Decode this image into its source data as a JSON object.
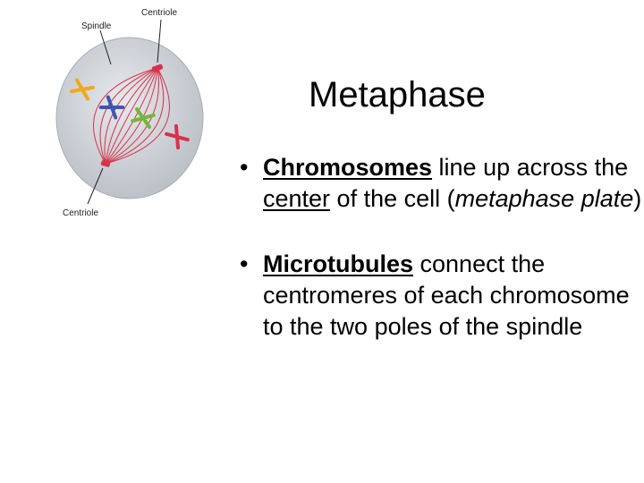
{
  "diagram": {
    "labels": {
      "spindle": "Spindle",
      "centriole_top": "Centriole",
      "centriole_bottom": "Centriole"
    },
    "colors": {
      "cell": "#cfd3d8",
      "spindle_fibers": "#d8324a",
      "centriole": "#d8324a",
      "chromosomes": [
        "#f0a91c",
        "#3f55b5",
        "#72b83a",
        "#d8324a"
      ]
    }
  },
  "slide": {
    "title": "Metaphase",
    "bullet_marker": "•",
    "bullets": [
      {
        "keyword": "Chromosomes",
        "text_1": " line up across the ",
        "underlined": "center",
        "text_2": " of the cell (",
        "italic": "metaphase plate",
        "text_3": ")"
      },
      {
        "keyword": "Microtubules",
        "text_1": " connect the centromeres of each chromosome to the two poles of the spindle"
      }
    ]
  }
}
